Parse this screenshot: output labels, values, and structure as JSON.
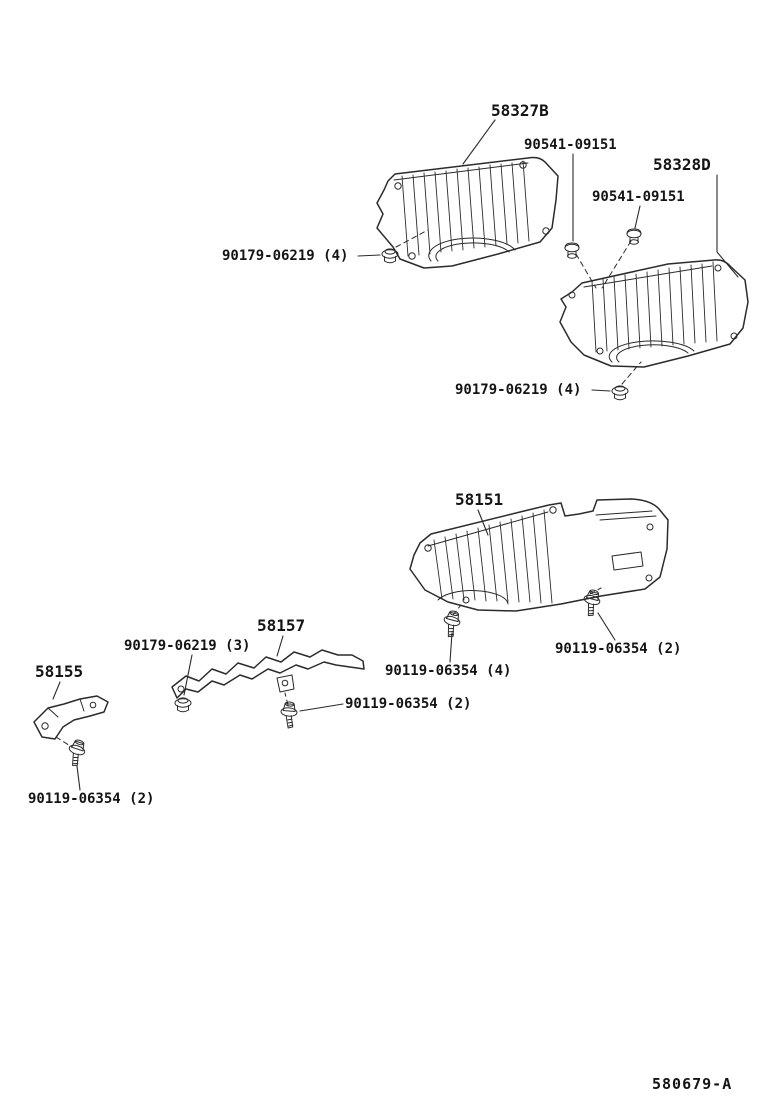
{
  "diagram_code": "580679-A",
  "colors": {
    "ink": "#141414",
    "line": "#2b2b2b",
    "background": "#ffffff"
  },
  "labels": {
    "p58327b": "58327B",
    "p58328d": "58328D",
    "p58151": "58151",
    "p58157": "58157",
    "p58155": "58155",
    "f90541_a": "90541-09151",
    "f90541_b": "90541-09151",
    "f90179_4_a": "90179-06219 (4)",
    "f90179_4_b": "90179-06219 (4)",
    "f90179_3": "90179-06219 (3)",
    "f90119_4": "90119-06354 (4)",
    "f90119_2_right": "90119-06354 (2)",
    "f90119_2_mid": "90119-06354 (2)",
    "f90119_2_left": "90119-06354 (2)"
  }
}
